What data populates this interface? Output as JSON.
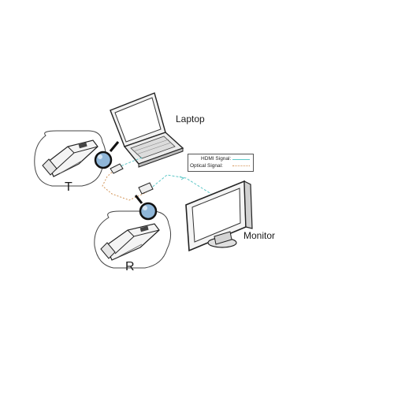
{
  "labels": {
    "laptop": "Laptop",
    "monitor": "Monitor",
    "transmitter": "T",
    "receiver": "R"
  },
  "legend": {
    "hdmi": "HDMI Signal:",
    "optical": "Optical Signal:"
  },
  "colors": {
    "hdmi_line": "#5ec8c8",
    "optical_line": "#d4965a",
    "outline": "#333333"
  }
}
